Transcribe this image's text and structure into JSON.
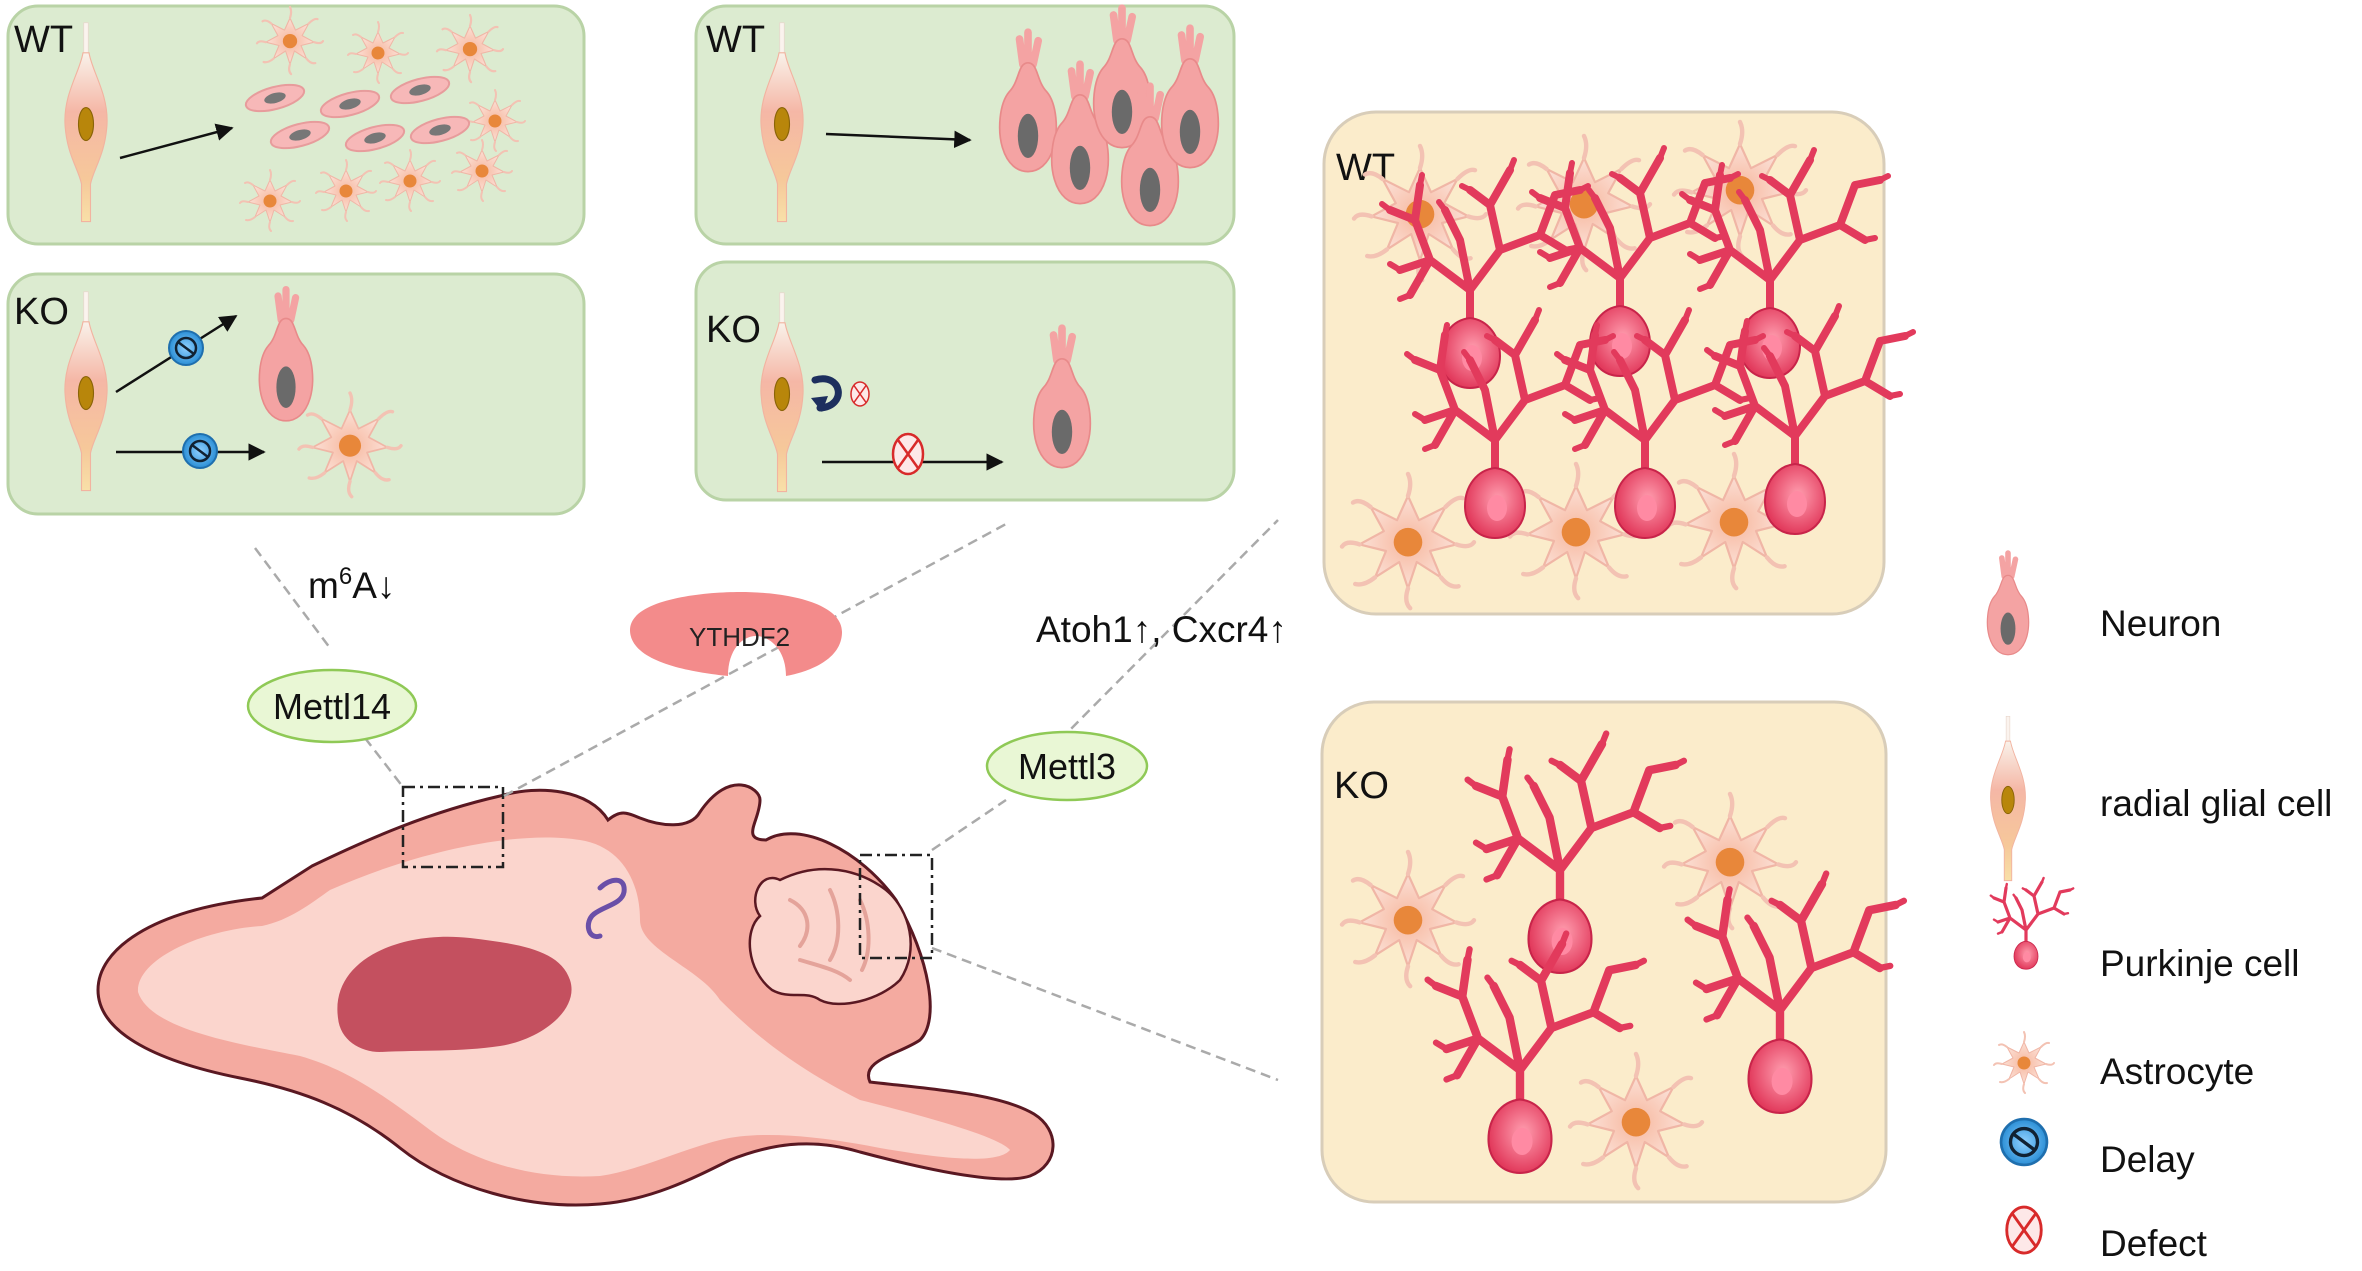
{
  "panels": {
    "top_left_wt": "WT",
    "top_left_ko": "KO",
    "top_mid_wt": "WT",
    "top_mid_ko": "KO",
    "right_wt": "WT",
    "right_ko": "KO"
  },
  "annotations": {
    "m6a_base": "m",
    "m6a_sup": "6",
    "m6a_rest": "A↓",
    "atoh_cxcr": "Atoh1↑, Cxcr4↑",
    "ythdf2": "YTHDF2"
  },
  "genes": {
    "mettl14": "Mettl14",
    "mettl3": "Mettl3"
  },
  "legend": [
    {
      "icon": "neuron-icon",
      "label": "Neuron"
    },
    {
      "icon": "radial-glial-cell-icon",
      "label": "radial glial cell"
    },
    {
      "icon": "purkinje-cell-icon",
      "label": "Purkinje cell"
    },
    {
      "icon": "astrocyte-icon",
      "label": "Astrocyte"
    },
    {
      "icon": "delay-icon",
      "label": "Delay"
    },
    {
      "icon": "defect-icon",
      "label": "Defect"
    }
  ],
  "colors": {
    "panel_green": "#dcebd0",
    "panel_green_border": "#b9d3a6",
    "panel_beige": "#fbeccb",
    "panel_beige_border": "#d8cdb9",
    "neuron_fill": "#f4a3a3",
    "neuron_nucleus": "#6e6e6e",
    "purkinje": "#e83a5f",
    "astro_fill": "#f8cbbd",
    "astro_nucleus": "#e8873a",
    "brain_outer": "#f4aaa0",
    "brain_inner": "#fbd5cd",
    "brain_dark": "#c4505f",
    "pill_fill": "#e9f7d5",
    "pill_border": "#8fc956",
    "delay_blue": "#3a9be0",
    "defect_red": "#e03030"
  }
}
